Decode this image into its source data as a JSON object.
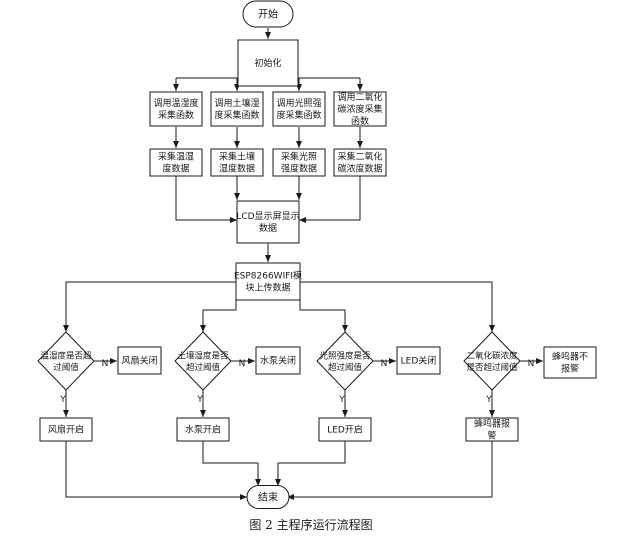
{
  "caption": "图 2 主程序运行流程图",
  "nodes": {
    "start": "开始",
    "init": "初始化",
    "call_temp": [
      "调用温湿度",
      "采集函数"
    ],
    "call_soil": [
      "调用土壤湿",
      "度采集函数"
    ],
    "call_light": [
      "调用光照强",
      "度采集函数"
    ],
    "call_co2": [
      "调用二氧化",
      "碳浓度采集",
      "函数"
    ],
    "collect_temp": [
      "采集温湿",
      "度数据"
    ],
    "collect_soil": [
      "采集土壤",
      "湿度数据"
    ],
    "collect_light": [
      "采集光照",
      "强度数据"
    ],
    "collect_co2": [
      "采集二氧化",
      "碳浓度数据"
    ],
    "lcd": [
      "LCD显示屏显示",
      "数据"
    ],
    "wifi": [
      "ESP8266WIFI模",
      "块上传数据"
    ],
    "d_temp": [
      "温湿度是否超",
      "过阈值"
    ],
    "d_soil": [
      "土壤湿度是否",
      "超过阈值"
    ],
    "d_light": [
      "光照强度是否",
      "超过阈值"
    ],
    "d_co2": [
      "二氧化碳浓度",
      "是否超过阈值"
    ],
    "fan_off": "风扇关闭",
    "pump_off": "水泵关闭",
    "led_off": "LED关闭",
    "buzzer_off": [
      "蜂鸣器不",
      "报警"
    ],
    "fan_on": "风扇开启",
    "pump_on": "水泵开启",
    "led_on": "LED开启",
    "buzzer_on": [
      "蜂鸣器报",
      "警"
    ],
    "end": "结束"
  },
  "branch_labels": {
    "yes": "Y",
    "no": "N"
  }
}
